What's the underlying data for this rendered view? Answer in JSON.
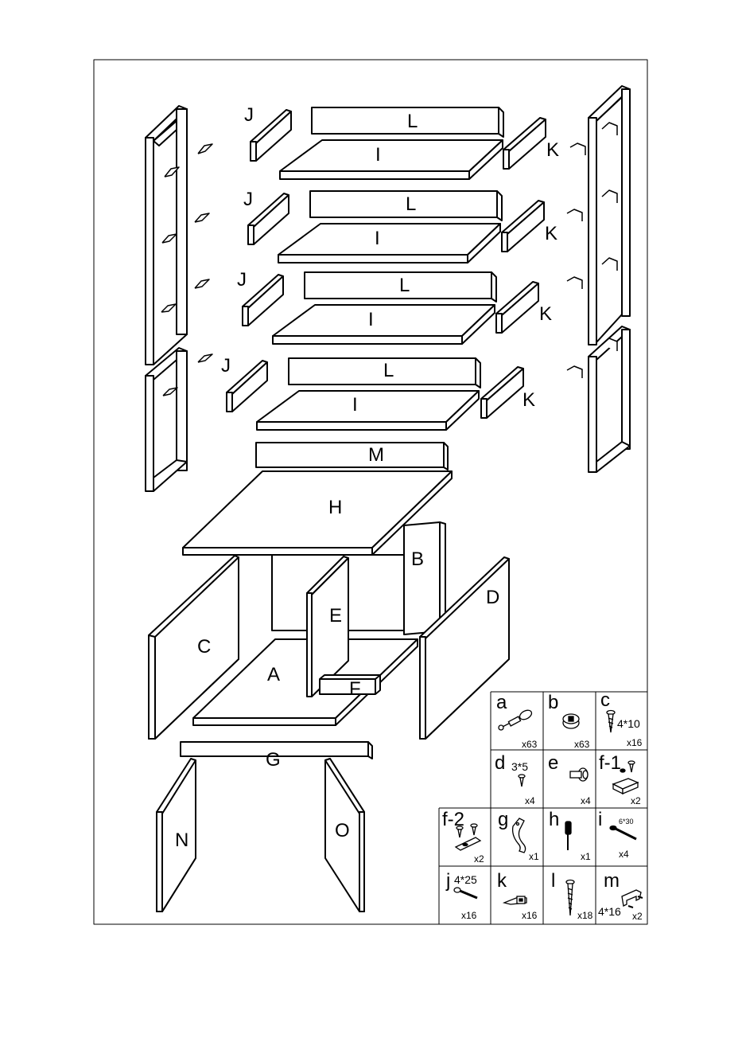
{
  "parts": {
    "L1": "L",
    "I1": "I",
    "J1": "J",
    "K1": "K",
    "L2": "L",
    "I2": "I",
    "J2": "J",
    "K2": "K",
    "L3": "L",
    "I3": "I",
    "J3": "J",
    "K3": "K",
    "L4": "L",
    "I4": "I",
    "J4": "J",
    "K4": "K",
    "M": "M",
    "H": "H",
    "B": "B",
    "C": "C",
    "D": "D",
    "E": "E",
    "A": "A",
    "F": "F",
    "G": "G",
    "N": "N",
    "O": "O"
  },
  "hardware": [
    {
      "letter": "a",
      "count": "x63",
      "size": ""
    },
    {
      "letter": "b",
      "count": "x63",
      "size": ""
    },
    {
      "letter": "c",
      "count": "x16",
      "size": "4*10"
    },
    {
      "letter": "d",
      "count": "x4",
      "size": "3*5"
    },
    {
      "letter": "e",
      "count": "x4",
      "size": ""
    },
    {
      "letter": "f-1",
      "count": "x2",
      "size": ""
    },
    {
      "letter": "f-2",
      "count": "x2",
      "size": ""
    },
    {
      "letter": "g",
      "count": "x1",
      "size": ""
    },
    {
      "letter": "h",
      "count": "x1",
      "size": ""
    },
    {
      "letter": "i",
      "count": "x4",
      "size": "6*30"
    },
    {
      "letter": "j",
      "count": "x16",
      "size": "4*25"
    },
    {
      "letter": "k",
      "count": "x16",
      "size": ""
    },
    {
      "letter": "l",
      "count": "x18",
      "size": ""
    },
    {
      "letter": "m",
      "count": "x2",
      "size": "4*16"
    }
  ]
}
